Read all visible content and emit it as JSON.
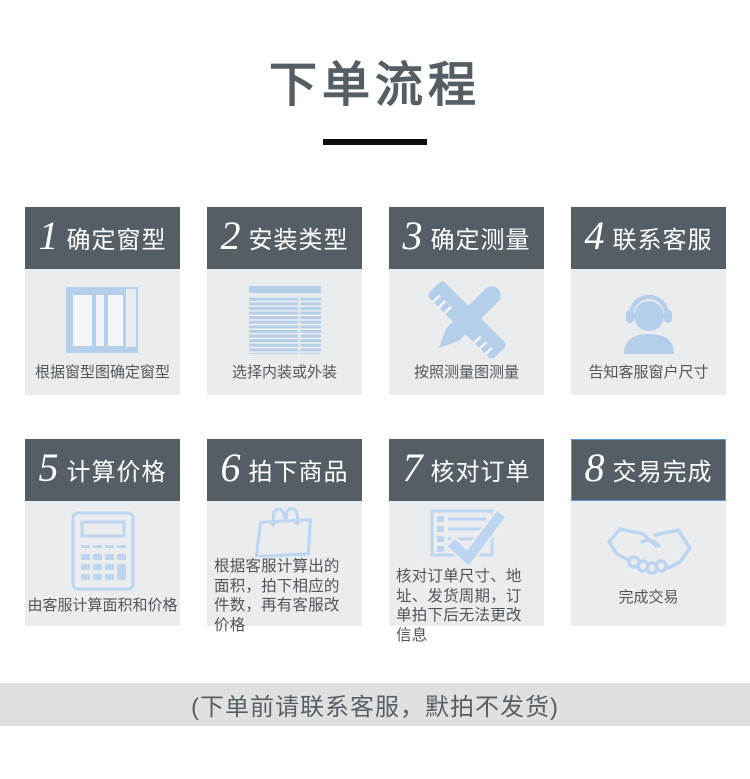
{
  "page": {
    "title": "下单流程",
    "footer_note": "(下单前请联系客服，默拍不发货)"
  },
  "colors": {
    "header_bg": "#555e65",
    "body_bg": "#ebecee",
    "icon_blue_fill": "#b5cfea",
    "icon_blue_stroke": "#bcd5f0",
    "title_color": "#555e64",
    "caption_color": "#51565b",
    "footer_bg": "#e0e0e0",
    "underline_color": "#0b0b0b",
    "highlight_border": "#5b9bd5"
  },
  "steps": [
    {
      "number": "1",
      "title": "确定窗型",
      "caption": "根据窗型图确定窗型",
      "icon": "window-icon"
    },
    {
      "number": "2",
      "title": "安装类型",
      "caption": "选择内装或外装",
      "icon": "blinds-icon"
    },
    {
      "number": "3",
      "title": "确定测量",
      "caption": "按照测量图测量",
      "icon": "ruler-pencil-icon"
    },
    {
      "number": "4",
      "title": "联系客服",
      "caption": "告知客服窗户尺寸",
      "icon": "headset-agent-icon"
    },
    {
      "number": "5",
      "title": "计算价格",
      "caption": "由客服计算面积和价格",
      "icon": "calculator-icon"
    },
    {
      "number": "6",
      "title": "拍下商品",
      "caption": "根据客服计算出的面积，拍下相应的件数，再有客服改价格",
      "icon": "shopping-bag-icon"
    },
    {
      "number": "7",
      "title": "核对订单",
      "caption": "核对订单尺寸、地址、发货周期，订单拍下后无法更改信息",
      "icon": "order-check-icon"
    },
    {
      "number": "8",
      "title": "交易完成",
      "caption": "完成交易",
      "icon": "handshake-icon",
      "highlighted": true
    }
  ]
}
